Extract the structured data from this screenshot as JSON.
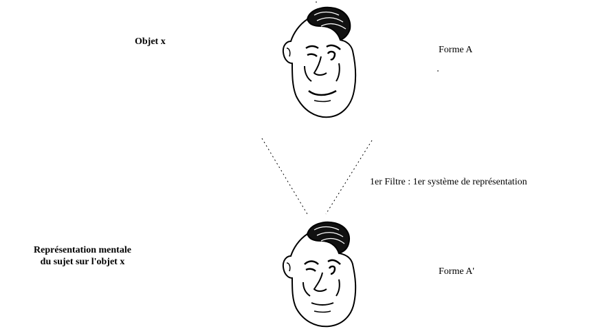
{
  "labels": {
    "object": "Objet x",
    "form_a": "Forme A",
    "filter": "1er Filtre : 1er système de représentation",
    "mental_rep_line1": "Représentation mentale",
    "mental_rep_line2": "du sujet sur l'objet x",
    "form_a_prime": "Forme A'"
  },
  "colors": {
    "ink": "#000000",
    "background": "#ffffff"
  },
  "icons": {
    "top_face": "cartoon-face-icon",
    "bottom_face": "cartoon-face-icon"
  }
}
